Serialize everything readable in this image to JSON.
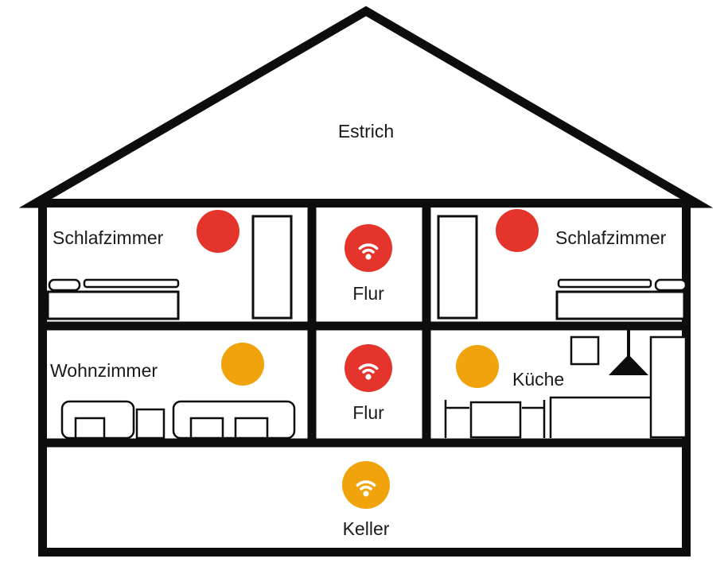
{
  "palette": {
    "red": "#E5342B",
    "amber": "#F0A30A",
    "line": "#0D0D0D",
    "icon_glyph": "#FFFFFF"
  },
  "rooms": [
    {
      "id": "estrich",
      "label": "Estrich",
      "indicator": "none"
    },
    {
      "id": "schlafzimmer-left",
      "label": "Schlafzimmer",
      "indicator": "dot",
      "coverage": "red"
    },
    {
      "id": "flur-upper",
      "label": "Flur",
      "indicator": "wifi",
      "coverage": "red"
    },
    {
      "id": "schlafzimmer-right",
      "label": "Schlafzimmer",
      "indicator": "dot",
      "coverage": "red"
    },
    {
      "id": "wohnzimmer",
      "label": "Wohnzimmer",
      "indicator": "dot",
      "coverage": "amber"
    },
    {
      "id": "flur-middle",
      "label": "Flur",
      "indicator": "wifi",
      "coverage": "red"
    },
    {
      "id": "kueche",
      "label": "Küche",
      "indicator": "dot",
      "coverage": "amber"
    },
    {
      "id": "keller",
      "label": "Keller",
      "indicator": "wifi",
      "coverage": "amber"
    }
  ]
}
